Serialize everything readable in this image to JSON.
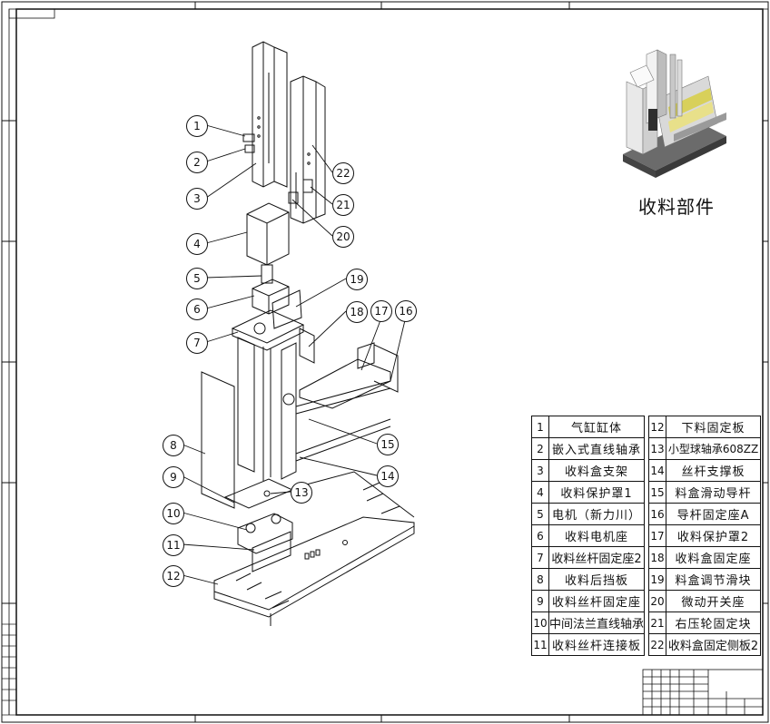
{
  "assembly_title": "收料部件",
  "parts": [
    {
      "no": "1",
      "name": "气缸缸体"
    },
    {
      "no": "2",
      "name": "嵌入式直线轴承"
    },
    {
      "no": "3",
      "name": "收料盒支架"
    },
    {
      "no": "4",
      "name": "收料保护罩1"
    },
    {
      "no": "5",
      "name": "电机（新力川）"
    },
    {
      "no": "6",
      "name": "收料电机座"
    },
    {
      "no": "7",
      "name": "收料丝杆固定座2"
    },
    {
      "no": "8",
      "name": "收料后挡板"
    },
    {
      "no": "9",
      "name": "收料丝杆固定座"
    },
    {
      "no": "10",
      "name": "中间法兰直线轴承"
    },
    {
      "no": "11",
      "name": "收料丝杆连接板"
    },
    {
      "no": "12",
      "name": "下料固定板"
    },
    {
      "no": "13",
      "name": "小型球轴承608ZZ"
    },
    {
      "no": "14",
      "name": "丝杆支撑板"
    },
    {
      "no": "15",
      "name": "料盒滑动导杆"
    },
    {
      "no": "16",
      "name": "导杆固定座A"
    },
    {
      "no": "17",
      "name": "收料保护罩2"
    },
    {
      "no": "18",
      "name": "收料盒固定座"
    },
    {
      "no": "19",
      "name": "料盒调节滑块"
    },
    {
      "no": "20",
      "name": "微动开关座"
    },
    {
      "no": "21",
      "name": "右压轮固定块"
    },
    {
      "no": "22",
      "name": "收料盒固定侧板2"
    }
  ],
  "callouts": [
    "1",
    "2",
    "3",
    "4",
    "5",
    "6",
    "7",
    "8",
    "9",
    "10",
    "11",
    "12",
    "13",
    "14",
    "15",
    "16",
    "17",
    "18",
    "19",
    "20",
    "21",
    "22"
  ],
  "colors": {
    "line": "#111111",
    "paper": "#ffffff",
    "render_body": "#d9d9d9",
    "render_dark": "#5a5a5a",
    "render_accent": "#d8d05a"
  }
}
